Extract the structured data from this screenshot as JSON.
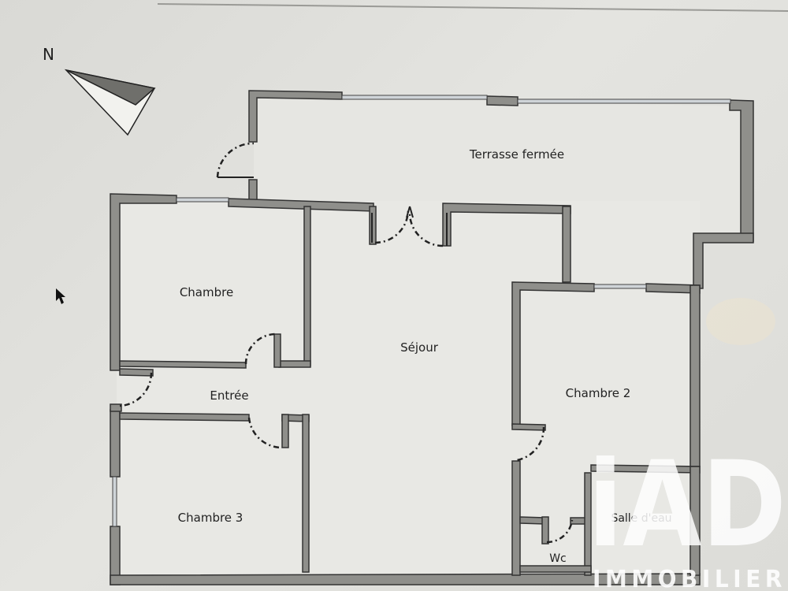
{
  "compass": {
    "label": "N",
    "icon": "north-arrow-icon"
  },
  "rooms": {
    "terrasse": "Terrasse fermée",
    "chambre": "Chambre",
    "sejour": "Séjour",
    "entree": "Entrée",
    "chambre2": "Chambre 2",
    "chambre3": "Chambre 3",
    "salle_eau": "Salle d'eau",
    "wc": "Wc"
  },
  "watermark": {
    "brand": "iAD",
    "tagline": "IMMOBILIER"
  },
  "colors": {
    "wall_fill": "#8f8f8b",
    "wall_stroke": "#333333",
    "floor": "#e7e7e3",
    "window": "#cfd4d8",
    "door_arc": "#222222"
  }
}
